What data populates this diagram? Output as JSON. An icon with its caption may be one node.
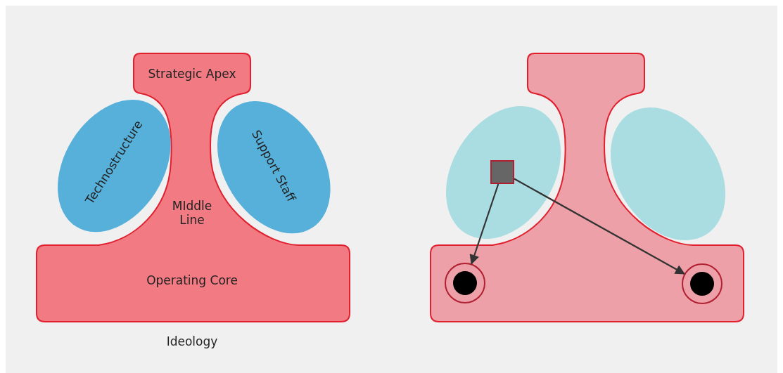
{
  "diagram": {
    "nodes": [
      {
        "text": [
          "Strategic Apex",
          "MIddle Line",
          "Operating Core"
        ]
      },
      {
        "text": [
          "Technostructure"
        ]
      },
      {
        "text": [
          "Support Staff"
        ]
      },
      {
        "text": [],
        "shape": "box"
      },
      {
        "text": [],
        "shape": "ellipse"
      },
      {
        "text": [],
        "shape": "ellipse"
      },
      {
        "text": [],
        "shape": "box",
        "in": 4
      },
      {
        "text": [],
        "shape": "circle",
        "in": 3
      },
      {
        "text": [],
        "shape": "circle",
        "in": 3
      }
    ],
    "edges": [
      {
        "from": 6,
        "to": 7,
        "arrow": "to"
      },
      {
        "from": 6,
        "to": 8,
        "arrow": "to"
      }
    ],
    "labels": [
      "Ideology"
    ]
  }
}
